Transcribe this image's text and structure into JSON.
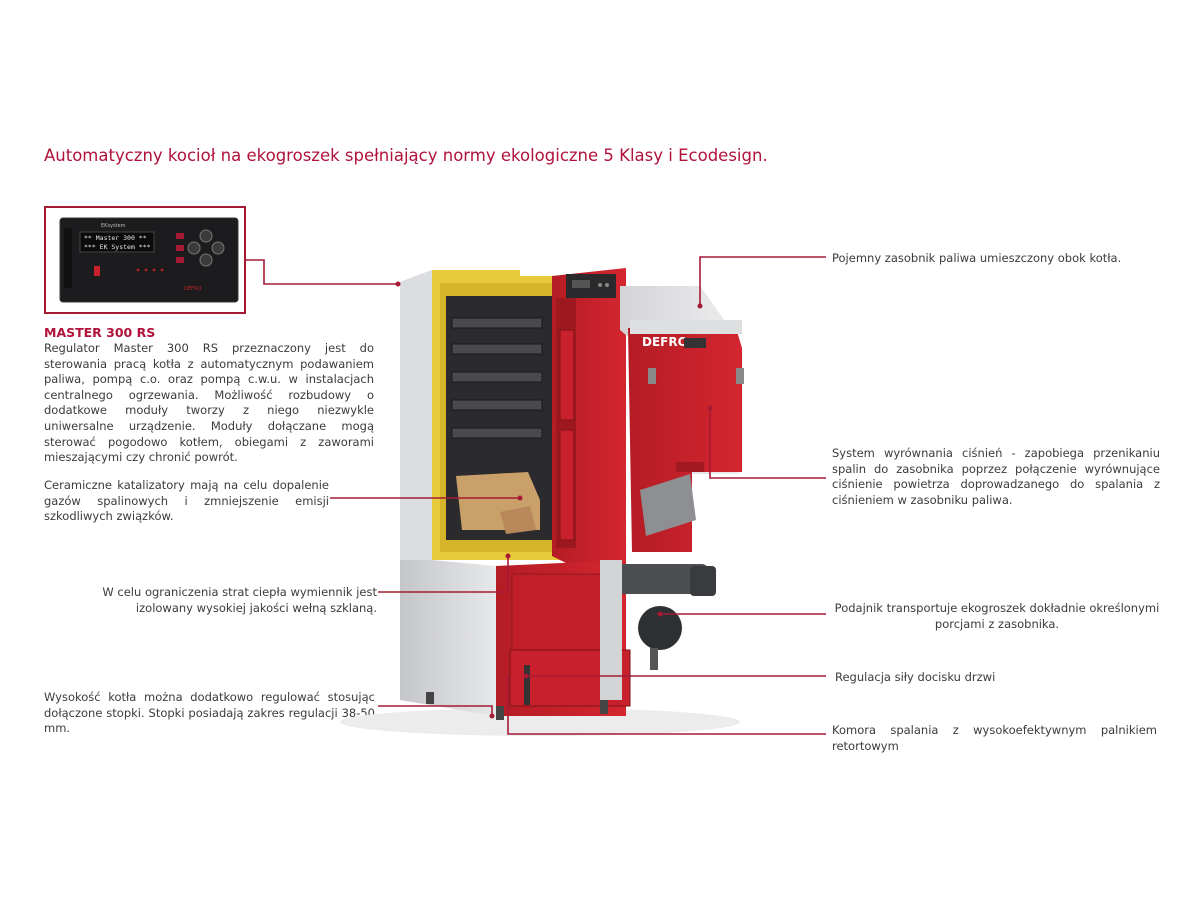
{
  "title": "Automatyczny kocioł na ekogroszek spełniający normy ekologiczne 5 Klasy i Ecodesign.",
  "controller": {
    "name": "MASTER 300 RS",
    "description": "Regulator Master 300 RS przeznaczony jest do sterowania pracą kotła z automatycznym podawaniem paliwa, pompą c.o. oraz pompą c.w.u. w instalacjach centralnego ogrzewania. Możliwość rozbudowy o dodatkowe moduły tworzy z niego niezwykle uniwersalne urządzenie. Moduły dołączane mogą sterować pogodowo kotłem, obiegami z zaworami mieszającymi czy chronić powrót.",
    "screen_line1": "** Master 300 **",
    "screen_line2": "*** EK System ***",
    "brand_text": "EKsystem",
    "logo_text": "DEFRO"
  },
  "boiler": {
    "brand": "DEFRO"
  },
  "callouts": {
    "catalysts": "Ceramiczne katalizatory mają na celu dopalenie gazów spalinowych i zmniejszenie emisji szkodliwych związków.",
    "insulation": "W celu ograniczenia strat ciepła wymiennik jest izolowany wysokiej jakości wełną szklaną.",
    "feet": "Wysokość kotła można dodatkowo regulować stosując dołączone stopki. Stopki posiadają zakres regulacji 38-50 mm.",
    "hopper": "Pojemny zasobnik paliwa umieszczony obok kotła.",
    "pressure": "System wyrównania ciśnień - zapobiega przenikaniu spalin do zasobnika poprzez połączenie wyrównujące ciśnienie powietrza doprowadzanego do spalania z ciśnieniem w zasobniku paliwa.",
    "feeder": "Podajnik transportuje ekogroszek dokładnie określonymi porcjami z zasobnika.",
    "door": "Regulacja siły docisku drzwi",
    "chamber": "Komora spalania z wysokoefektywnym palnikiem retortowym"
  },
  "colors": {
    "accent": "#b0123a",
    "leader_line": "#a61a35",
    "boiler_red": "#c8202c",
    "casing_grey": "#d9dadc",
    "insulation_yellow": "#e8c93a"
  }
}
